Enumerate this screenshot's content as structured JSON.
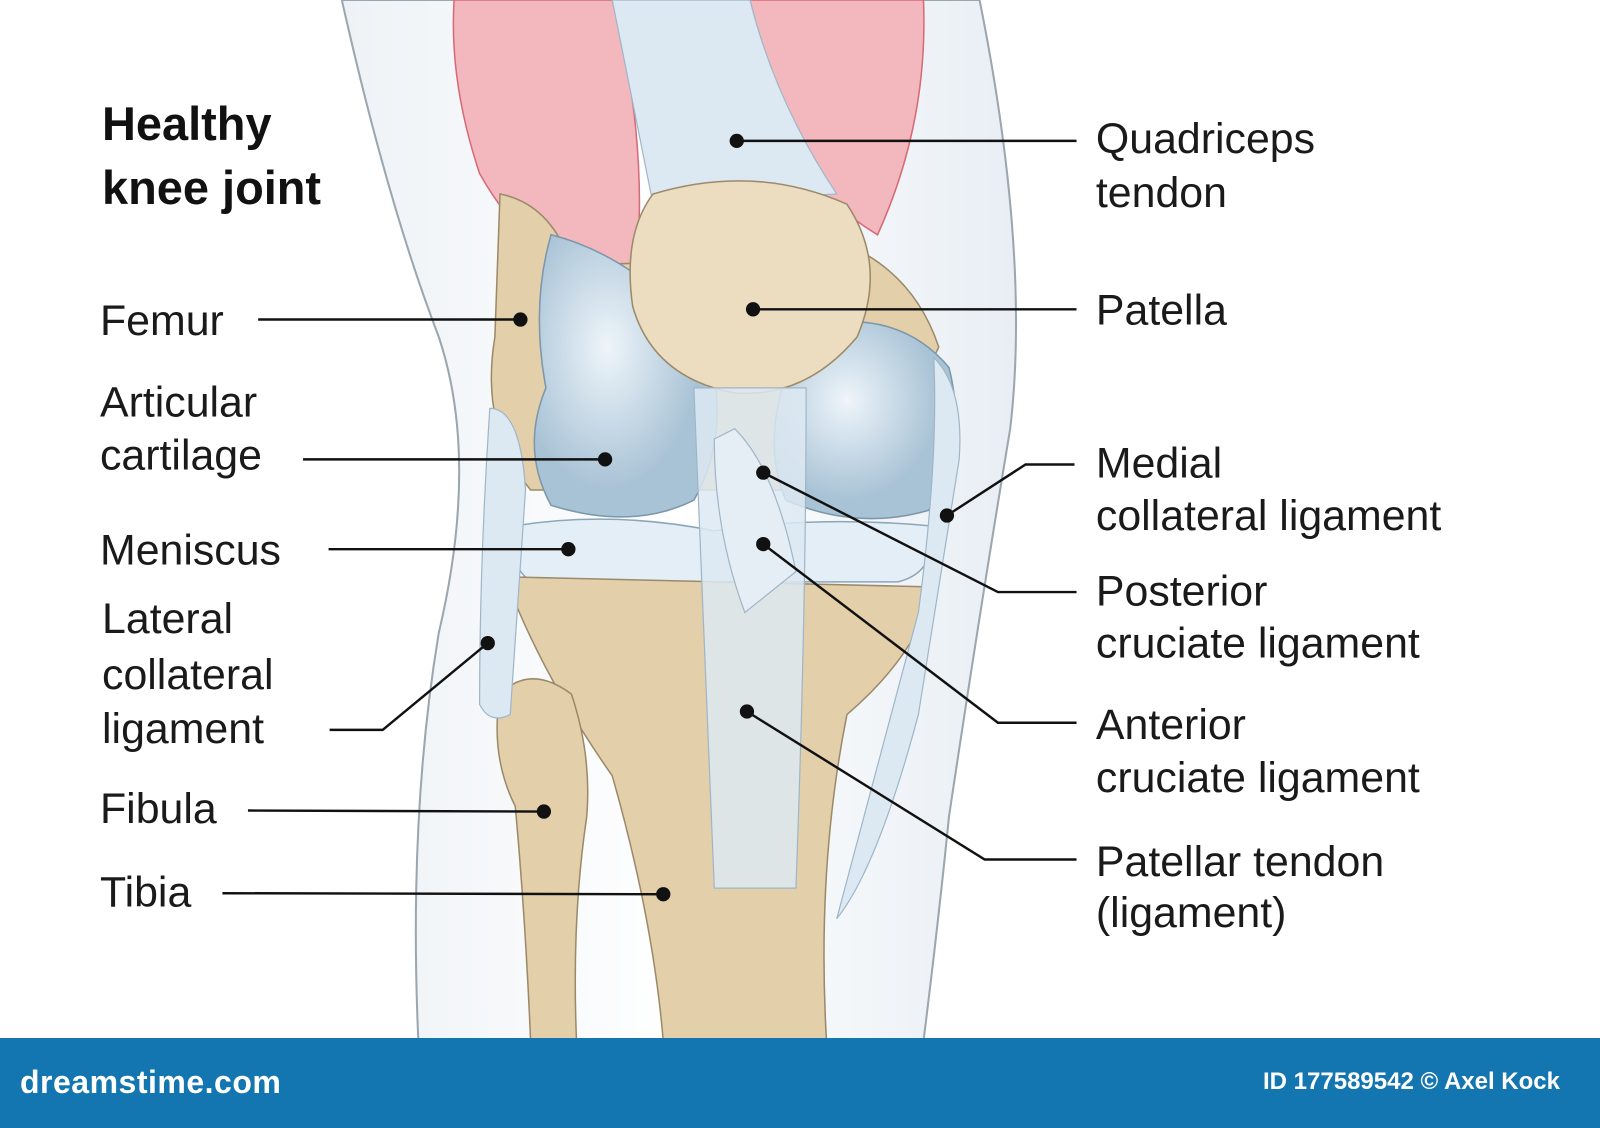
{
  "title": [
    "Healthy",
    "knee joint"
  ],
  "labels_left": {
    "femur": [
      "Femur"
    ],
    "articular_cartilage": [
      "Articular",
      "cartilage"
    ],
    "meniscus": [
      "Meniscus"
    ],
    "lateral_collateral_ligament": [
      "Lateral",
      "collateral",
      "ligament"
    ],
    "fibula": [
      "Fibula"
    ],
    "tibia": [
      "Tibia"
    ]
  },
  "labels_right": {
    "quadriceps_tendon": [
      "Quadriceps",
      "tendon"
    ],
    "patella": [
      "Patella"
    ],
    "medial_collateral_ligament": [
      "Medial",
      "collateral ligament"
    ],
    "posterior_cruciate_ligament": [
      "Posterior",
      "cruciate ligament"
    ],
    "anterior_cruciate_ligament": [
      "Anterior",
      "cruciate ligament"
    ],
    "patellar_tendon": [
      "Patellar tendon",
      "(ligament)"
    ]
  },
  "footer": {
    "brand": "dreamstime.com",
    "credit": "ID 177589542 © Axel Kock"
  },
  "colors": {
    "bone": "#e3cfaa",
    "cartilage": "#c8dcea",
    "muscle": "#f2b8bd",
    "tendon": "#dde9f2",
    "footer": "#1376b0"
  }
}
